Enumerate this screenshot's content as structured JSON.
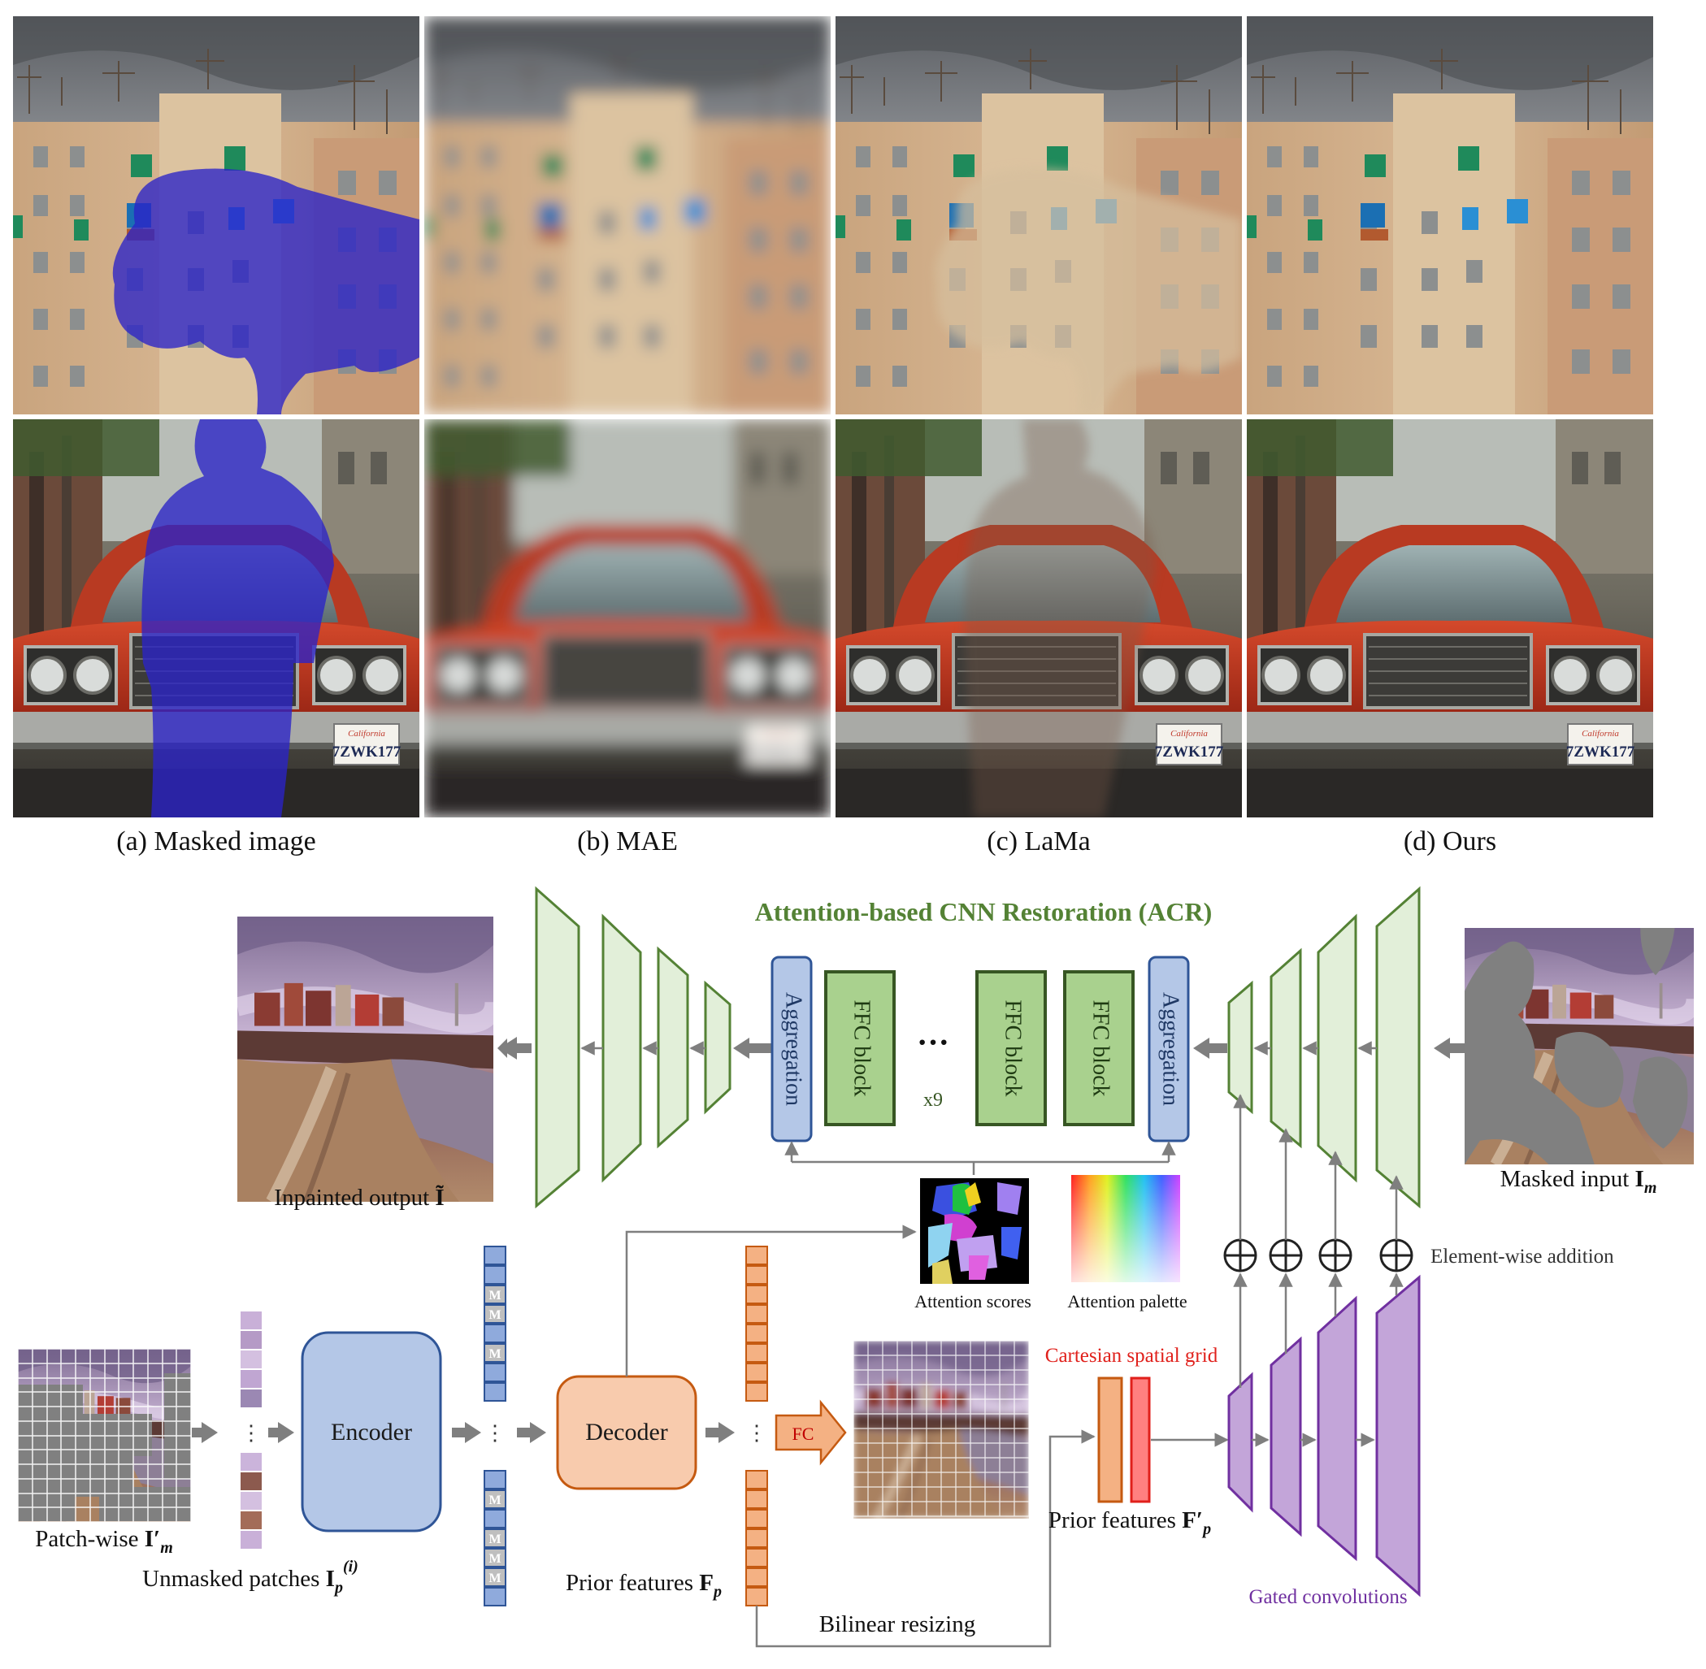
{
  "comparison": {
    "captions": [
      "(a) Masked image",
      "(b) MAE",
      "(c) LaMa",
      "(d) Ours"
    ],
    "rows": [
      {
        "scene": "apartment building facade under cloudy sky",
        "mask_object": "tree"
      },
      {
        "scene": "red vintage car on street",
        "mask_object": "person",
        "plate_text": "7ZWK177",
        "plate_state": "California"
      }
    ]
  },
  "acr": {
    "title": "Attention-based CNN Restoration (ACR)",
    "aggregation_label": "Aggregation",
    "ffc_label": "FFC block",
    "ellipsis": "···",
    "repeat_label": "x9",
    "output_label": "Inpainted output ",
    "output_symbol": "Ĩ",
    "input_label": "Masked input ",
    "input_symbol": "I",
    "input_sub": "m",
    "element_wise_label": "Element-wise addition",
    "attention_scores_label": "Attention scores",
    "attention_palette_label": "Attention palette"
  },
  "prior": {
    "patchwise_label": "Patch-wise ",
    "patchwise_symbol": "I′",
    "patchwise_sub": "m",
    "unmasked_label": "Unmasked patches ",
    "unmasked_symbol": "I",
    "unmasked_sub": "p",
    "unmasked_sup": "(i)",
    "encoder_label": "Encoder",
    "decoder_label": "Decoder",
    "mask_token": "M",
    "vdots": "⋮",
    "fc_label": "FC",
    "prior_features_label": "Prior features ",
    "prior_features_symbol": "F",
    "prior_features_sub": "p",
    "prior_features2_symbol": "F′",
    "bilinear_label": "Bilinear resizing",
    "cartesian_label": "Cartesian spatial grid",
    "gated_label": "Gated convolutions"
  },
  "colors": {
    "green_fill": "#e2efd9",
    "green_stroke": "#548235",
    "ffc_fill": "#a9d18e",
    "ffc_stroke": "#375623",
    "blue_fill": "#b4c7e7",
    "blue_stroke": "#2f5597",
    "orange_fill": "#f8cbad",
    "orange_stroke": "#c55a11",
    "purple_fill": "#c3a5d9",
    "purple_stroke": "#7030a0",
    "red_text": "#e0201b",
    "title_green": "#548235",
    "mask_blue": "#2a23c8"
  }
}
